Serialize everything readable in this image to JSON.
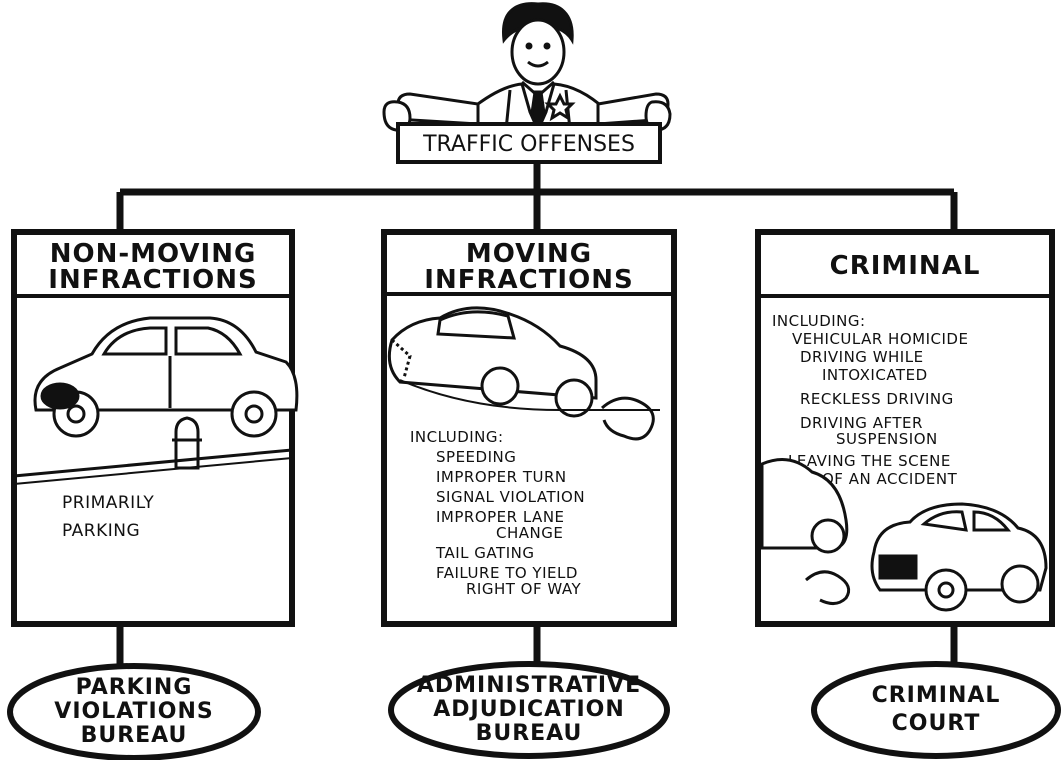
{
  "root": {
    "label": "TRAFFIC OFFENSES"
  },
  "categories": [
    {
      "heading": [
        "NON-MOVING",
        "INFRACTIONS"
      ],
      "body": [
        "PRIMARILY",
        "PARKING"
      ],
      "destination": [
        "PARKING",
        "VIOLATIONS",
        "BUREAU"
      ]
    },
    {
      "heading": [
        "MOVING",
        "INFRACTIONS"
      ],
      "intro": "INCLUDING:",
      "items": [
        "SPEEDING",
        "IMPROPER TURN",
        "SIGNAL VIOLATION",
        "IMPROPER LANE",
        "CHANGE",
        "TAIL GATING",
        "FAILURE TO YIELD",
        "RIGHT OF WAY"
      ],
      "destination": [
        "ADMINISTRATIVE",
        "ADJUDICATION",
        "BUREAU"
      ]
    },
    {
      "heading": [
        "CRIMINAL"
      ],
      "intro": "INCLUDING:",
      "items": [
        "VEHICULAR HOMICIDE",
        "DRIVING WHILE",
        "INTOXICATED",
        "RECKLESS DRIVING",
        "DRIVING AFTER",
        "SUSPENSION",
        "LEAVING THE SCENE",
        "OF AN ACCIDENT"
      ],
      "destination": [
        "CRIMINAL",
        "COURT"
      ]
    }
  ],
  "colors": {
    "ink": "#111111",
    "paper": "#ffffff"
  }
}
